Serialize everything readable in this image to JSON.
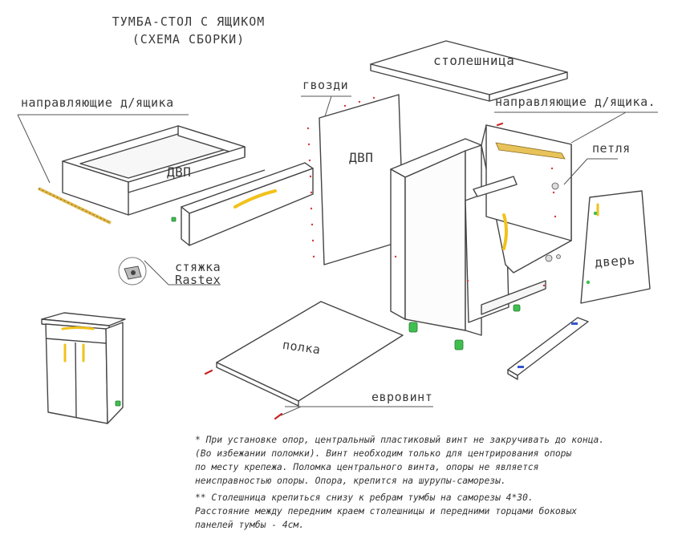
{
  "title": {
    "line1": "ТУМБА-СТОЛ С ЯЩИКОМ",
    "line2": "(СХЕМА СБОРКИ)"
  },
  "labels": {
    "rails_left": "направляющие д/ящика",
    "rails_right": "направляющие д/ящика.",
    "nails": "гвозди",
    "countertop": "столешница",
    "fibreboard_drawer": "ДВП",
    "fibreboard_back": "ДВП",
    "hinge": "петля",
    "door": "дверь",
    "coupler_line1": "стяжка",
    "coupler_line2": "Rastex",
    "shelf": "полка",
    "eurobolt": "евровинт"
  },
  "notes": {
    "note1_line1": "* При установке опор, центральный пластиковый винт не закручивать до конца.",
    "note1_line2": "(Во избежании поломки). Винт необходим только для центрирования опоры",
    "note1_line3": "по месту крепежа. Поломка центрального винта, опоры не является",
    "note1_line4": "неисправностью опоры. Опора, крепится на шурупы-саморезы.",
    "note2_line1": "** Столешница крепиться снизу к ребрам тумбы на саморезы 4*30.",
    "note2_line2": "Расстояние между передним краем столешницы и передними торцами боковых",
    "note2_line3": "панелей тумбы - 4см."
  },
  "colors": {
    "line": "#444444",
    "handle": "#f2c21a",
    "rail": "#e0b84a",
    "leg": "#3fbf4f",
    "screw": "#d43a3a",
    "bolt": "#cc2222"
  }
}
